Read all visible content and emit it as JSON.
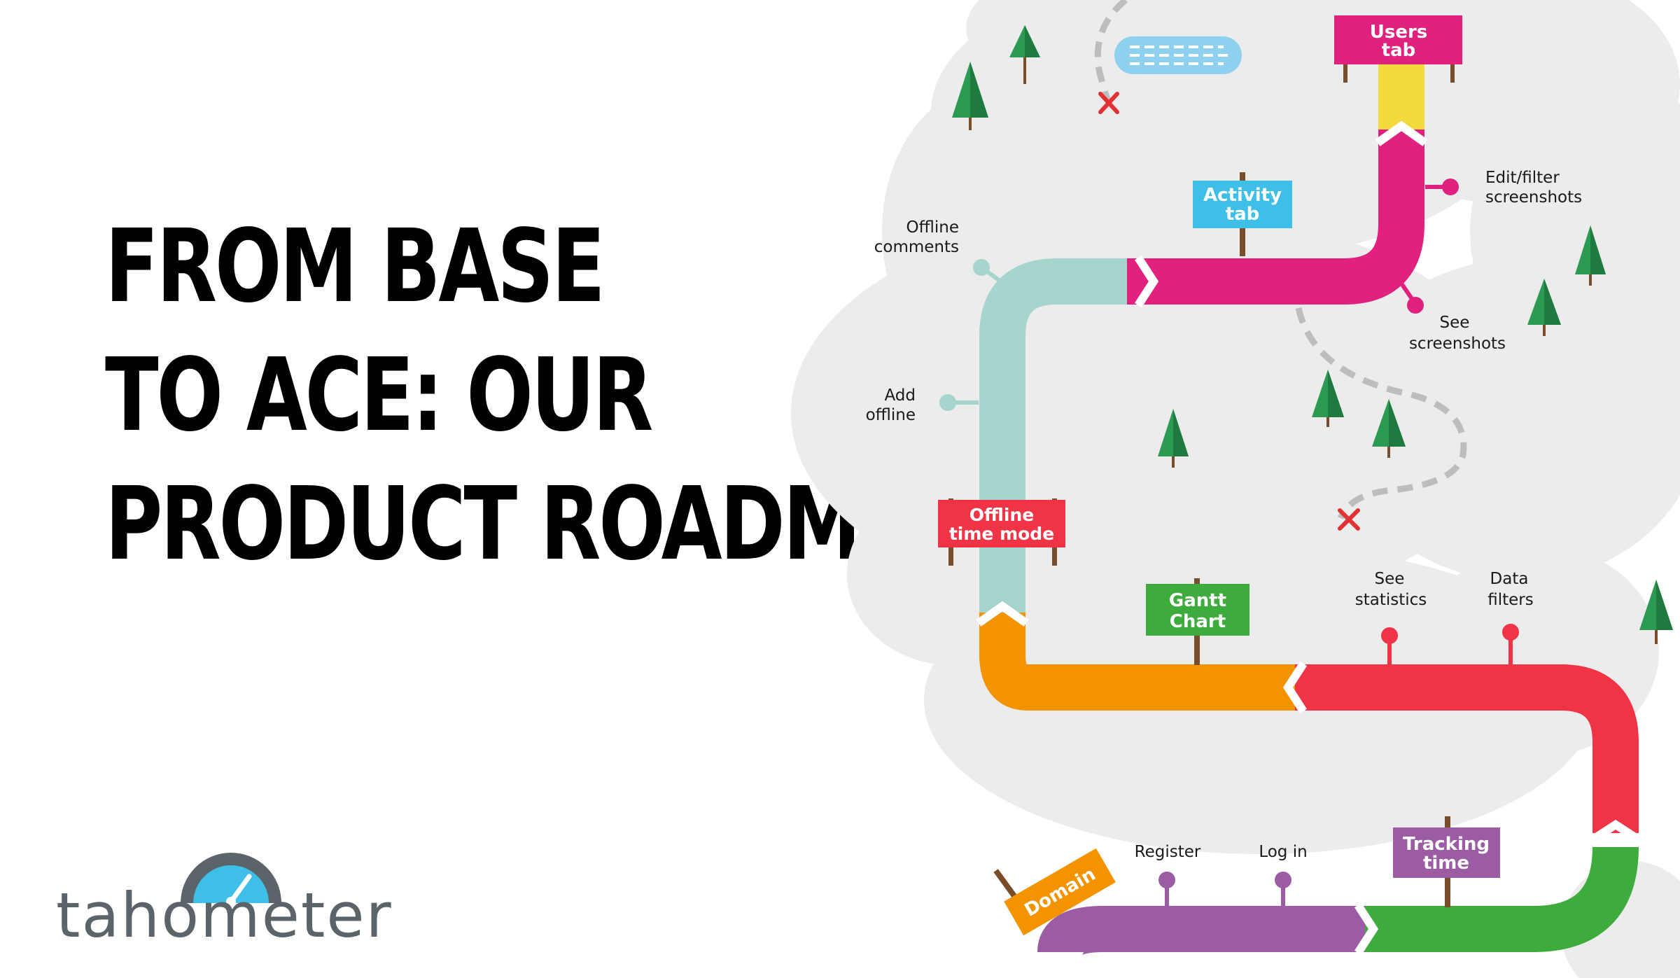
{
  "headline": {
    "line1": "FROM BASE",
    "line2": "TO ACE: OUR",
    "line3": "PRODUCT ROADMAP"
  },
  "logo": {
    "text": "tahometer",
    "icon": "speedometer-icon"
  },
  "signs": {
    "users": [
      "Users",
      "tab"
    ],
    "activity": [
      "Activity",
      "tab"
    ],
    "offline": [
      "Offline",
      "time mode"
    ],
    "gantt": [
      "Gantt",
      "Chart"
    ],
    "tracking": [
      "Tracking",
      "time"
    ],
    "domain": [
      "Domain"
    ]
  },
  "milestones": {
    "edit_filter": [
      "Edit/filter",
      "screenshots"
    ],
    "see_screenshots": [
      "See",
      "screenshots"
    ],
    "offline_comments": [
      "Offline",
      "comments"
    ],
    "add_offline": [
      "Add",
      "offline"
    ],
    "see_statistics": [
      "See",
      "statistics"
    ],
    "data_filters": [
      "Data",
      "filters"
    ],
    "register": [
      "Register"
    ],
    "log_in": [
      "Log in"
    ]
  },
  "colors": {
    "purple": "#9b5ca3",
    "green": "#3eac3c",
    "red": "#f03345",
    "orange": "#f39300",
    "teal": "#a5d5cc",
    "magenta": "#e0227e",
    "yellow": "#f2d93d",
    "blue": "#3dbfe8",
    "tree": "#2b9a52",
    "cloud": "#ececec",
    "logo_gray": "#5b6469"
  }
}
